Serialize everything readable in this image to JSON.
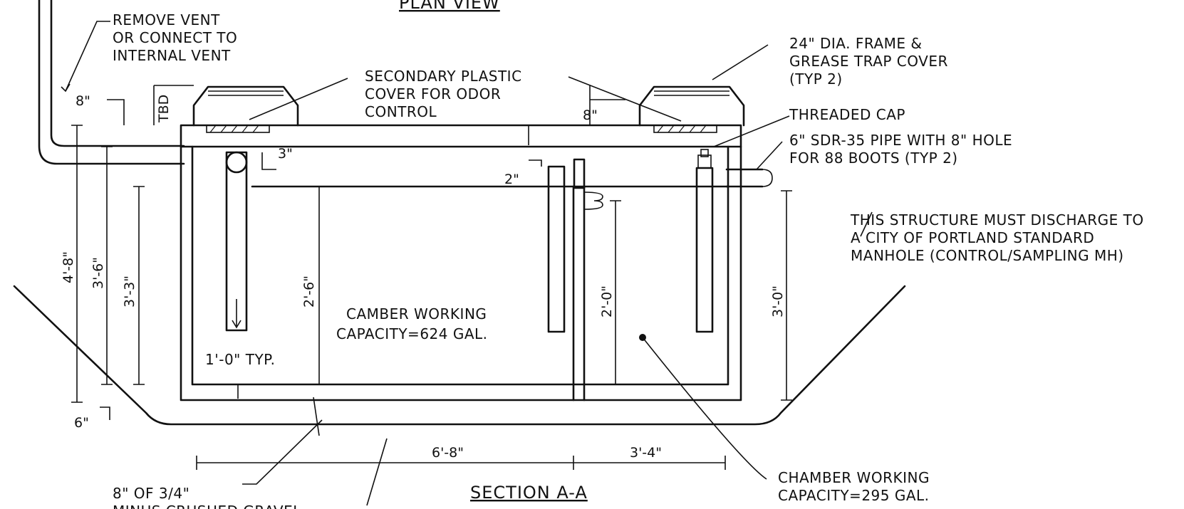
{
  "titles": {
    "plan_view": "PLAN VIEW",
    "section": "SECTION A-A"
  },
  "notes": {
    "remove_vent": [
      "REMOVE VENT",
      "OR CONNECT TO",
      "INTERNAL VENT"
    ],
    "secondary_cover": [
      "SECONDARY PLASTIC",
      "COVER FOR ODOR",
      "CONTROL"
    ],
    "frame_cover": [
      "24\" DIA. FRAME &",
      "GREASE TRAP COVER",
      "(TYP 2)"
    ],
    "threaded_cap": "THREADED CAP",
    "pipe": [
      "6\" SDR-35 PIPE WITH 8\" HOLE",
      "FOR 88 BOOTS (TYP 2)"
    ],
    "discharge": [
      "THIS STRUCTURE MUST DISCHARGE TO",
      "A CITY OF PORTLAND STANDARD",
      "MANHOLE (CONTROL/SAMPLING MH)"
    ],
    "camber_capacity": [
      "CAMBER WORKING",
      "CAPACITY=624 GAL."
    ],
    "chamber_capacity": [
      "CHAMBER WORKING",
      "CAPACITY=295 GAL."
    ],
    "gravel": [
      "8\" OF 3/4\"",
      "MINUS CRUSHED GRAVEL"
    ],
    "typ": "1'-0\" TYP."
  },
  "dimensions": {
    "d_8in_left": "8\"",
    "d_tbd": "TBD",
    "d_8in_top": "8\"",
    "d_3in": "3\"",
    "d_2in": "2\"",
    "d_4_8": "4'-8\"",
    "d_3_6": "3'-6\"",
    "d_3_3": "3'-3\"",
    "d_2_6": "2'-6\"",
    "d_2_0": "2'-0\"",
    "d_3_0": "3'-0\"",
    "d_6in": "6\"",
    "d_6_8": "6'-8\"",
    "d_3_4": "3'-4\""
  }
}
